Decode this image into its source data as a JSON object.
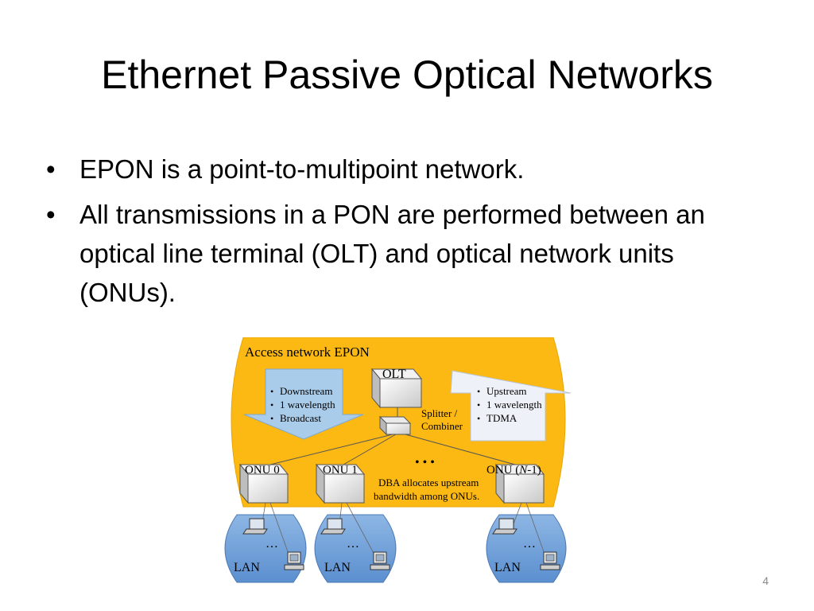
{
  "slide": {
    "title": "Ethernet Passive Optical Networks",
    "bullets": [
      "EPON is a point-to-multipoint network.",
      "All transmissions in a PON are performed between an optical line terminal (OLT) and optical network units (ONUs)."
    ],
    "page_number": "4"
  },
  "diagram": {
    "panel_label": "Access network EPON",
    "olt_label": "OLT",
    "splitter_label_line1": "Splitter /",
    "splitter_label_line2": "Combiner",
    "downstream_items": [
      "Downstream",
      "1 wavelength",
      "Broadcast"
    ],
    "upstream_items": [
      "Upstream",
      "1 wavelength",
      "TDMA"
    ],
    "onu_labels": [
      "ONU 0",
      "ONU 1"
    ],
    "onu_last_prefix": "ONU (",
    "onu_last_italic": "N",
    "onu_last_suffix": "-1)",
    "ellipsis": "• • •",
    "dba_line1": "DBA allocates upstream",
    "dba_line2": "bandwidth among ONUs.",
    "lan_label": "LAN",
    "lan_ellipsis": "…",
    "colors": {
      "panel": "#FDB913",
      "lan_blue": "#6FA0D8",
      "arrow_fill": "#EEF2F8",
      "arrow_down": "#A9CCEA"
    }
  }
}
